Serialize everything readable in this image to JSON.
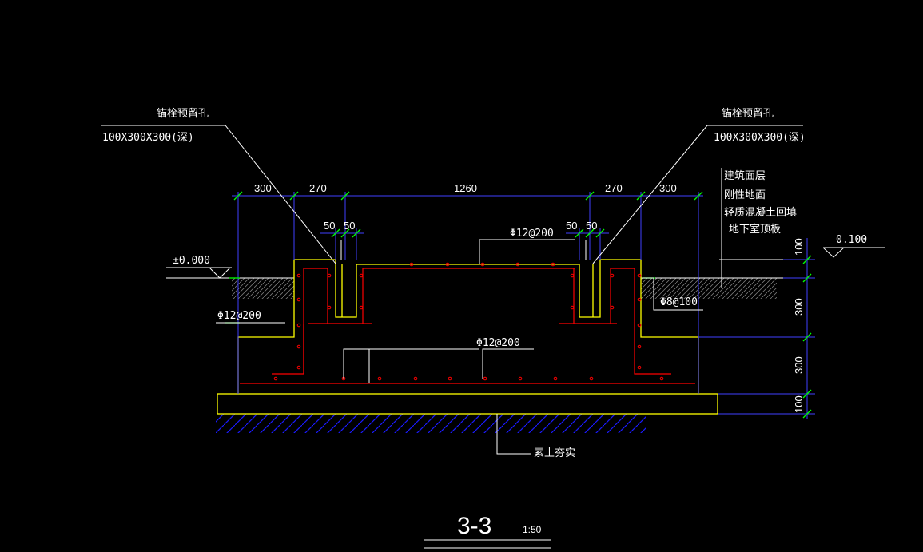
{
  "drawing": {
    "title": "3-3",
    "scale": "1:50",
    "annotations": {
      "anchor_left_title": "锚栓预留孔",
      "anchor_left_size": "100X300X300(深)",
      "anchor_right_title": "锚栓预留孔",
      "anchor_right_size": "100X300X300(深)",
      "layer_1": "建筑面层",
      "layer_2": "刚性地面",
      "layer_3": "轻质混凝土回填",
      "layer_4": "地下室顶板",
      "level_left": "±0.000",
      "level_right": "0.100",
      "rebar_top": "Φ12@200",
      "rebar_left": "Φ12@200",
      "rebar_bottom": "Φ12@200",
      "rebar_right": "Φ8@100",
      "soil": "素土夯实"
    },
    "dimensions": {
      "top": [
        "300",
        "270",
        "1260",
        "270",
        "300"
      ],
      "holes_left": [
        "50",
        "50"
      ],
      "holes_right": [
        "50",
        "50"
      ],
      "right_vertical": [
        "100",
        "300",
        "300",
        "100"
      ]
    },
    "colors": {
      "background": "#000000",
      "concrete_outline": "#ffff00",
      "rebar": "#ff0000",
      "dimension_line": "#0000ff",
      "tick_marks": "#00ff00",
      "text": "#ffffff",
      "hatch": "#1a1aff",
      "grey_hatch": "#9a9a9a"
    }
  }
}
